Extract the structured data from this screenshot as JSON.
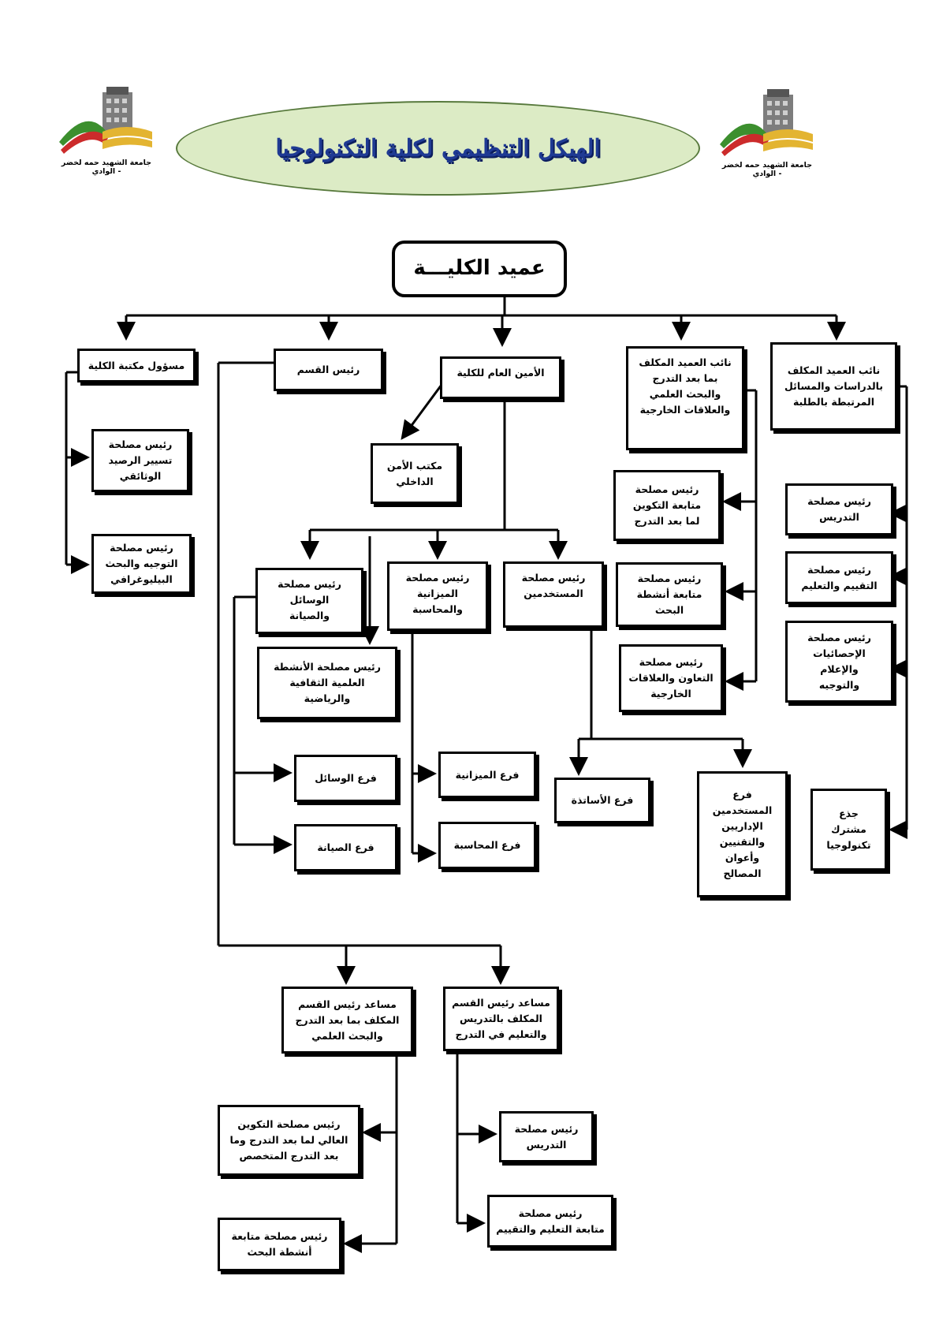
{
  "header": {
    "title": "الهيكل التنظيمي لكلية التكنولوجيا",
    "logo_caption": "جامعة الشهيد حمه لخضر - الوادي"
  },
  "org": {
    "dean": "عميد الكليـــة",
    "vd_students": "نائب العميد المكلف\nبالدراسات والمسائل\nالمرتبطة بالطلبة",
    "vd_postgrad": "نائب العميد المكلف\nبما بعد التدرج\nوالبحث العلمي\nوالعلاقات الخارجية",
    "secretary_general": "الأمين العام للكلية",
    "head_of_department": "رئيس القسم",
    "library_manager": "مسؤول مكتبة الكلية",
    "security_office": "مكتب الأمن\nالداخلي",
    "s_teaching": "رئيس مصلحة\nالتدريس",
    "s_evaluation": "رئيس مصلحة\nالتقييم والتعليم",
    "s_statistics": "رئيس مصلحة\nالإحصائيات\nوالإعلام\nوالتوجيه",
    "common_core": "جذع\nمشترك\nتكنولوجيا",
    "s_pg_training": "رئيس مصلحة\nمتابعة التكوين\nلما بعد التدرج",
    "s_research_activities": "رئيس مصلحة\nمتابعة أنشطة\nالبحث",
    "s_cooperation": "رئيس مصلحة\nالتعاون والعلاقات\nالخارجية",
    "s_personnel": "رئيس مصلحة\nالمستخدمين",
    "s_budget": "رئيس مصلحة\nالميزانية\nوالمحاسبة",
    "s_means": "رئيس مصلحة\nالوسائل\nوالصيانة",
    "s_activities": "رئيس مصلحة الأنشطة\nالعلمية الثقافية\nوالرياضية",
    "b_professors": "فرع الأساتذة",
    "b_staff": "فرع\nالمستخدمين\nالإداريين\nوالتقنيين\nوأعوان\nالمصالح",
    "b_budget": "فرع الميزانية",
    "b_accounting": "فرع المحاسبة",
    "b_means": "فرع الوسائل",
    "b_maintenance": "فرع الصيانة",
    "s_document_fund": "رئيس مصلحة\nتسيير الرصيد\nالوثائقي",
    "s_orientation_bib": "رئيس مصلحة\nالتوجيه والبحث\nالبيليوغرافي",
    "asst_teaching": "مساعد رئيس القسم\nالمكلف بالتدريس\nوالتعليم في التدرج",
    "asst_postgrad": "مساعد رئيس القسم\nالمكلف بما بعد التدرج\nوالبحث العلمي",
    "d_teaching": "رئيس مصلحة\nالتدريس",
    "d_followup_teaching": "رئيس مصلحة\nمتابعة التعليم والتقييم",
    "d_higher_training": "رئيس مصلحة التكوين\nالعالي لما بعد التدرج وما\nبعد التدرج المتخصص",
    "d_research_followup": "رئيس مصلحة متابعة\nأنشطة البحث"
  }
}
